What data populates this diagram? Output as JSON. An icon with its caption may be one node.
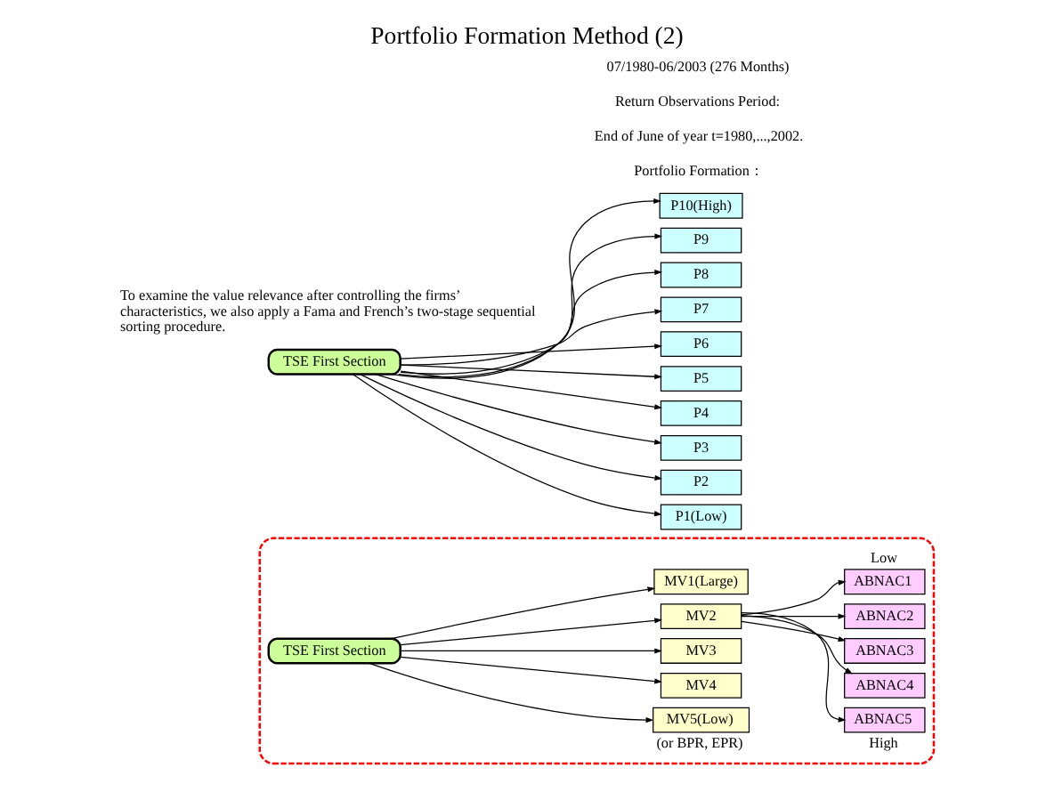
{
  "diagram": {
    "title": "Portfolio Formation Method (2)",
    "nodes": [
      {
        "text": [
          "TSE First Section"
        ]
      },
      {
        "text": [
          "P1(Low)"
        ]
      },
      {
        "text": [
          "P2"
        ]
      },
      {
        "text": [
          "P3"
        ]
      },
      {
        "text": [
          "P4"
        ]
      },
      {
        "text": [
          "P5"
        ]
      },
      {
        "text": [
          "P6"
        ]
      },
      {
        "text": [
          "P7"
        ]
      },
      {
        "text": [
          "P8"
        ]
      },
      {
        "text": [
          "P9"
        ]
      },
      {
        "text": [
          "P10(High)"
        ]
      },
      {
        "text": [],
        "shape": "box"
      },
      {
        "text": [
          "TSE First Section"
        ],
        "in": 11
      },
      {
        "text": [
          "MV1(Large)"
        ],
        "in": 11
      },
      {
        "text": [
          "MV2"
        ],
        "in": 11
      },
      {
        "text": [
          "MV3"
        ],
        "in": 11
      },
      {
        "text": [
          "MV4"
        ],
        "in": 11
      },
      {
        "text": [
          "MV5(Low)"
        ],
        "in": 11,
        "beside": [
          "(or BPR, EPR)"
        ]
      },
      {
        "text": [
          "ABNAC1"
        ],
        "in": 11,
        "beside": [
          "Low"
        ]
      },
      {
        "text": [
          "ABNAC2"
        ],
        "in": 11
      },
      {
        "text": [
          "ABNAC3"
        ],
        "in": 11
      },
      {
        "text": [
          "ABNAC4"
        ],
        "in": 11
      },
      {
        "text": [
          "ABNAC5"
        ],
        "in": 11,
        "beside": [
          "High"
        ]
      }
    ],
    "edges": [
      {
        "from": 0,
        "to": 1,
        "arrow": "to"
      },
      {
        "from": 0,
        "to": 2,
        "arrow": "to"
      },
      {
        "from": 0,
        "to": 3,
        "arrow": "to"
      },
      {
        "from": 0,
        "to": 4,
        "arrow": "to"
      },
      {
        "from": 0,
        "to": 5,
        "arrow": "to"
      },
      {
        "from": 0,
        "to": 6,
        "arrow": "to"
      },
      {
        "from": 0,
        "to": 7,
        "arrow": "to"
      },
      {
        "from": 0,
        "to": 8,
        "arrow": "to"
      },
      {
        "from": 0,
        "to": 9,
        "arrow": "to"
      },
      {
        "from": 0,
        "to": 10,
        "arrow": "to"
      },
      {
        "from": 12,
        "to": 13,
        "arrow": "to"
      },
      {
        "from": 12,
        "to": 14,
        "arrow": "to"
      },
      {
        "from": 12,
        "to": 15,
        "arrow": "to"
      },
      {
        "from": 12,
        "to": 16,
        "arrow": "to"
      },
      {
        "from": 12,
        "to": 17,
        "arrow": "to"
      },
      {
        "from": 14,
        "to": 18,
        "arrow": "to"
      },
      {
        "from": 14,
        "to": 19,
        "arrow": "to"
      },
      {
        "from": 14,
        "to": 20,
        "arrow": "to"
      },
      {
        "from": 14,
        "to": 21,
        "arrow": "to"
      },
      {
        "from": 14,
        "to": 22,
        "arrow": "to"
      }
    ],
    "labels": [
      "To examine the value relevance after controlling the firms’ characteristics, we also apply a Fama and French’s two-stage sequential sorting procedure.",
      "Portfolio Formation：",
      "End of June of year t=1980,...,2002.",
      "Return Observations Period:",
      "07/1980-06/2003 (276 Months)"
    ]
  }
}
